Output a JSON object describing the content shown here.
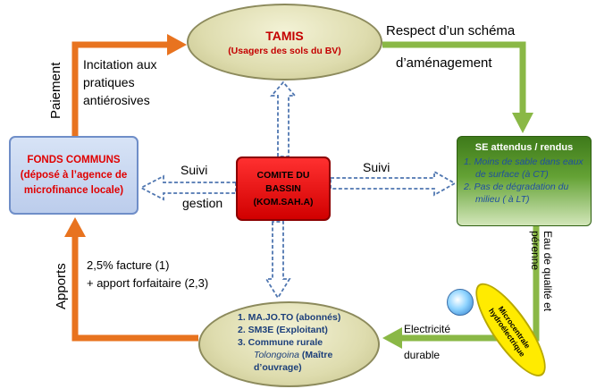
{
  "tamis": {
    "title": "TAMIS",
    "subtitle": "(Usagers  des sols du BV)"
  },
  "fonds": {
    "line1": "FONDS COMMUNS",
    "line2": "(déposé à l’agence de",
    "line3": "microfinance locale)"
  },
  "comite": {
    "line1": "COMITE DU",
    "line2": "BASSIN",
    "line3": "(KOM.SAH.A)"
  },
  "se": {
    "title": "SE  attendus / rendus",
    "items": [
      "1. Moins de sable dans eaux de surface  (à CT)",
      "2. Pas de dégradation du milieu ( à LT)"
    ]
  },
  "usagers": {
    "items": [
      "1. MA.JO.TO (abonnés)",
      "2. SM3E (Exploitant)",
      "3. Commune rurale"
    ],
    "tolongoina": "Tolongoina",
    "maitre": "(Maître",
    "ouvrage": "d’ouvrage)"
  },
  "micro": {
    "line1": "Microcentrale",
    "line2": "hydroélectrique"
  },
  "labels": {
    "respect1": "Respect d’un schéma",
    "respect2": "d’aménagement",
    "incitation1": "Incitation aux",
    "incitation2": "pratiques",
    "incitation3": "antiérosives",
    "paiement": "Paiement",
    "suivi_left": "Suivi",
    "gestion": "gestion",
    "suivi_right": "Suivi",
    "apports": "Apports",
    "facture1": "2,5% facture (1)",
    "facture2": "+ apport forfaitaire (2,3)",
    "eau1": "Eau de qualité et",
    "eau2": "pérenne",
    "elec1": "Electricité",
    "elec2": "durable"
  },
  "colors": {
    "orange": "#e8731f",
    "green": "#8ab846",
    "blue_dashed": "#4f76b0"
  }
}
